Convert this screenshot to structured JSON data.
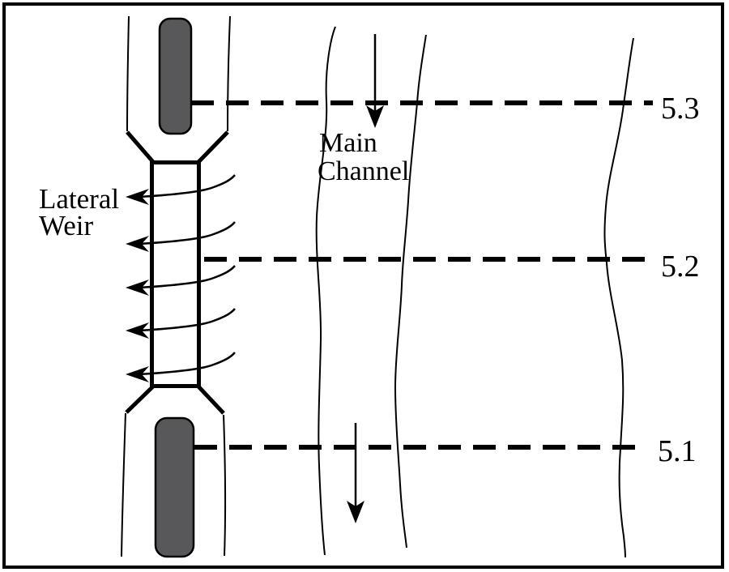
{
  "diagram": {
    "kind": "lateral-weir-schematic",
    "labels": {
      "lateral_weir": [
        "Lateral",
        "Weir"
      ],
      "main_channel": [
        "Main",
        "Channel"
      ]
    },
    "cross_sections": [
      {
        "label": "5.3"
      },
      {
        "label": "5.2"
      },
      {
        "label": "5.1"
      }
    ],
    "icons": {
      "flow_direction": "down-arrow",
      "weir_overflow": "left-arrow"
    },
    "colors": {
      "line": "#000000",
      "embankment_fill": "#58585a",
      "background": "#ffffff"
    }
  }
}
